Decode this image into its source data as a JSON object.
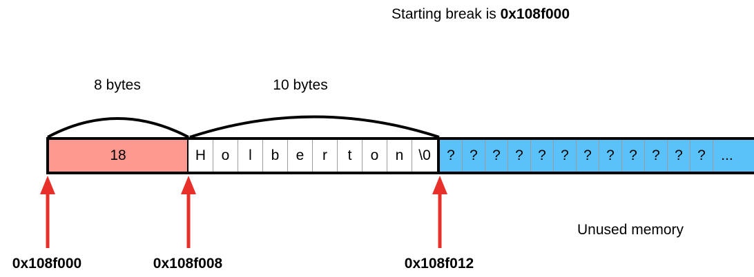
{
  "title": {
    "prefix": "Starting break is ",
    "address": "0x108f000"
  },
  "header_block": {
    "label": "8 bytes",
    "value": "18"
  },
  "string_block": {
    "label": "10 bytes",
    "chars": [
      "H",
      "o",
      "l",
      "b",
      "e",
      "r",
      "t",
      "o",
      "n",
      "\\0"
    ]
  },
  "unused_block": {
    "label": "Unused memory",
    "cells": [
      "?",
      "?",
      "?",
      "?",
      "?",
      "?",
      "?",
      "?",
      "?",
      "?",
      "?",
      "?",
      "..."
    ]
  },
  "addresses": [
    "0x108f000",
    "0x108f008",
    "0x108f012"
  ],
  "colors": {
    "header": "#fe9990",
    "unused": "#5bc2f9",
    "arrow": "#e8302a"
  }
}
